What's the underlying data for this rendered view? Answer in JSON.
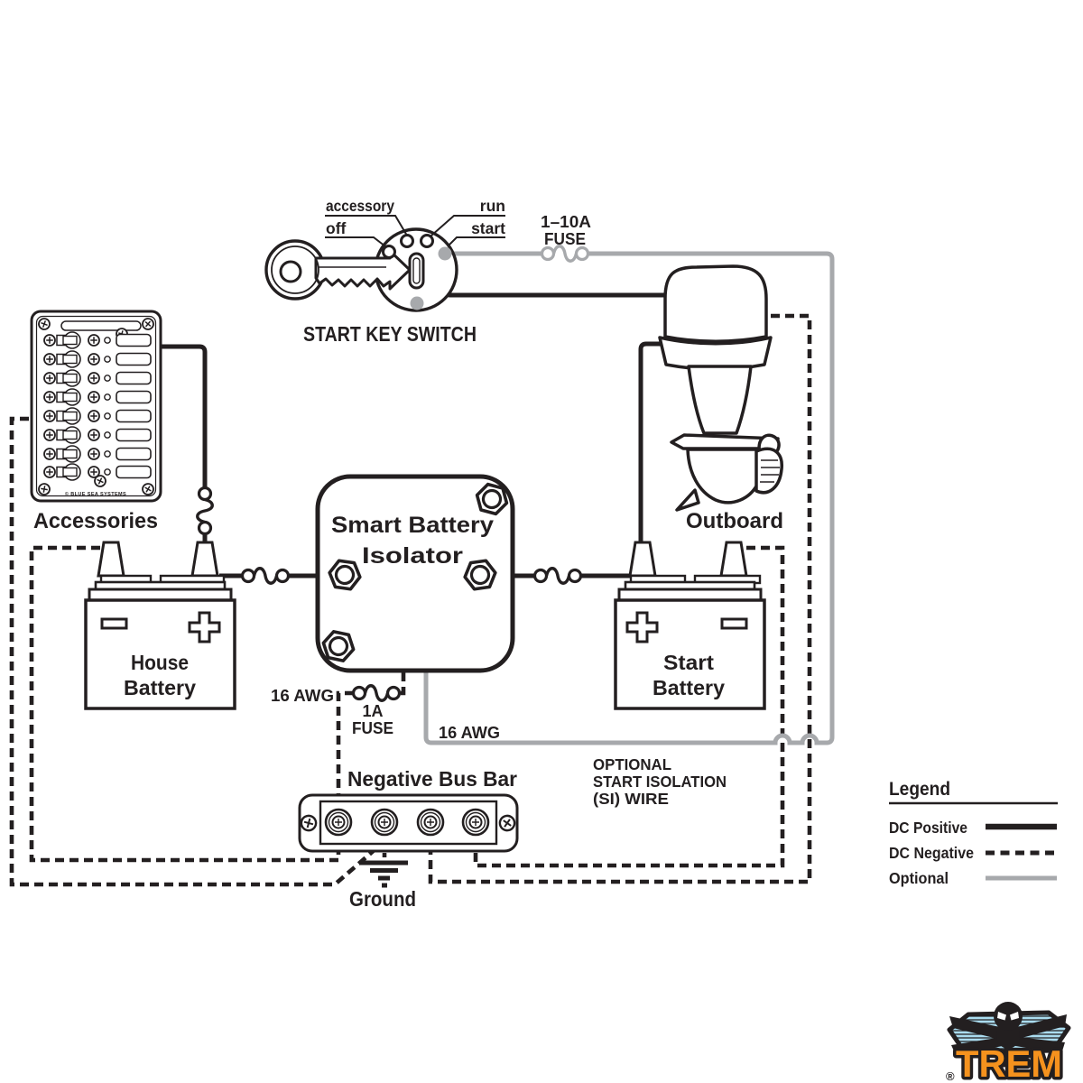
{
  "colors": {
    "line_black": "#231f20",
    "wire_gray": "#a7a9ac",
    "background": "#ffffff",
    "logo_orange": "#f5921e",
    "logo_blue": "#aadcef"
  },
  "key_switch": {
    "title": "START KEY SWITCH",
    "pos_accessory": "accessory",
    "pos_off": "off",
    "pos_run": "run",
    "pos_start": "start"
  },
  "key_fuse": {
    "line1": "1–10A",
    "line2": "FUSE"
  },
  "si_fuse": {
    "line1": "1A",
    "line2": "FUSE"
  },
  "labels": {
    "accessories": "Accessories",
    "outboard": "Outboard",
    "isolator_line1": "Smart Battery",
    "isolator_line2": "Isolator",
    "house_battery_line1": "House",
    "house_battery_line2": "Battery",
    "start_battery_line1": "Start",
    "start_battery_line2": "Battery",
    "negative_bus_bar": "Negative Bus Bar",
    "ground": "Ground",
    "awg_isolator_ground": "16 AWG",
    "awg_si_wire": "16 AWG",
    "si_note_line1": "OPTIONAL",
    "si_note_line2": "START ISOLATION",
    "si_note_line3": "(SI) WIRE",
    "panel_brand": "© BLUE SEA SYSTEMS"
  },
  "legend": {
    "title": "Legend",
    "items": [
      {
        "label": "DC Positive",
        "style": "solid-black"
      },
      {
        "label": "DC Negative",
        "style": "dashed-black"
      },
      {
        "label": "Optional",
        "style": "solid-gray"
      }
    ]
  },
  "logo": {
    "text": "TREM",
    "registered": "®"
  }
}
